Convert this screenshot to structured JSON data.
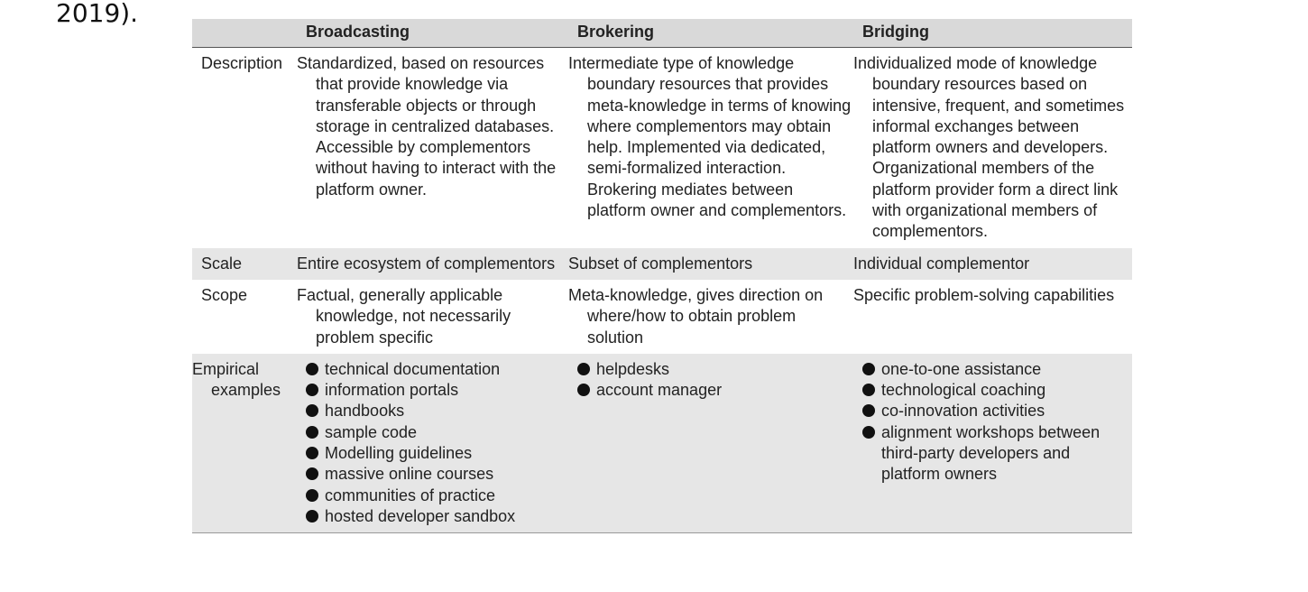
{
  "page": {
    "leading_text": "2019)."
  },
  "table": {
    "headers": [
      "",
      "Broadcasting",
      "Brokering",
      "Bridging"
    ],
    "rows": [
      {
        "label": "Description",
        "cells": [
          "Standardized, based on resources that provide knowledge via transferable objects or through storage in centralized databases. Accessible by complementors without having to interact with the platform owner.",
          "Intermediate type of knowledge boundary resources that provides meta-knowledge in terms of knowing where complementors may obtain help. Implemented via dedicated, semi-formalized interaction. Brokering mediates between platform owner and complementors.",
          "Individualized mode of knowledge boundary resources based on intensive, frequent, and sometimes informal exchanges between platform owners and developers. Organizational members of the platform provider form a direct link with organizational members of complementors."
        ]
      },
      {
        "label": "Scale",
        "cells": [
          "Entire ecosystem of complementors",
          "Subset of complementors",
          "Individual complementor"
        ]
      },
      {
        "label": "Scope",
        "cells": [
          "Factual, generally applicable knowledge, not necessarily problem specific",
          "Meta-knowledge, gives direction on where/how to obtain problem solution",
          "Specific problem-solving capabilities"
        ]
      },
      {
        "label": "Empirical examples",
        "lists": [
          [
            "technical documentation",
            "information portals",
            "handbooks",
            "sample code",
            "Modelling guidelines",
            "massive online courses",
            "communities of practice",
            "hosted developer sandbox"
          ],
          [
            "helpdesks",
            "account manager"
          ],
          [
            "one-to-one assistance",
            "technological coaching",
            "co-innovation activities",
            "alignment workshops between third-party developers and platform owners"
          ]
        ]
      }
    ]
  }
}
